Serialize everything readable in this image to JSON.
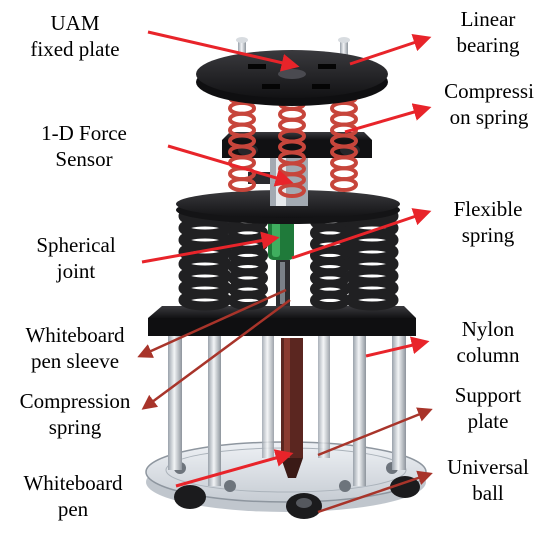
{
  "labels": {
    "uam_fixed_plate": "UAM\nfixed plate",
    "force_sensor": "1-D Force\nSensor",
    "spherical_joint": "Spherical\njoint",
    "pen_sleeve": "Whiteboard\npen sleeve",
    "compression_spring_lower": "Compression\nspring",
    "whiteboard_pen": "Whiteboard\npen",
    "linear_bearing": "Linear\nbearing",
    "compression_spring_upper": "Compressi\non spring",
    "flexible_spring": "Flexible\nspring",
    "nylon_column": "Nylon\ncolumn",
    "support_plate": "Support\nplate",
    "universal_ball": "Universal\nball"
  },
  "colors": {
    "arrow": "#e8242a",
    "arrow_dark": "#a8342a",
    "plate": "#1d1d1f",
    "spring_red": "#c7453b",
    "spring_black": "#202022",
    "joint_green": "#1f7a3a",
    "column": "#c9cfd6",
    "acrylic": "#dfe4ea",
    "pen": "#6b2a22"
  }
}
